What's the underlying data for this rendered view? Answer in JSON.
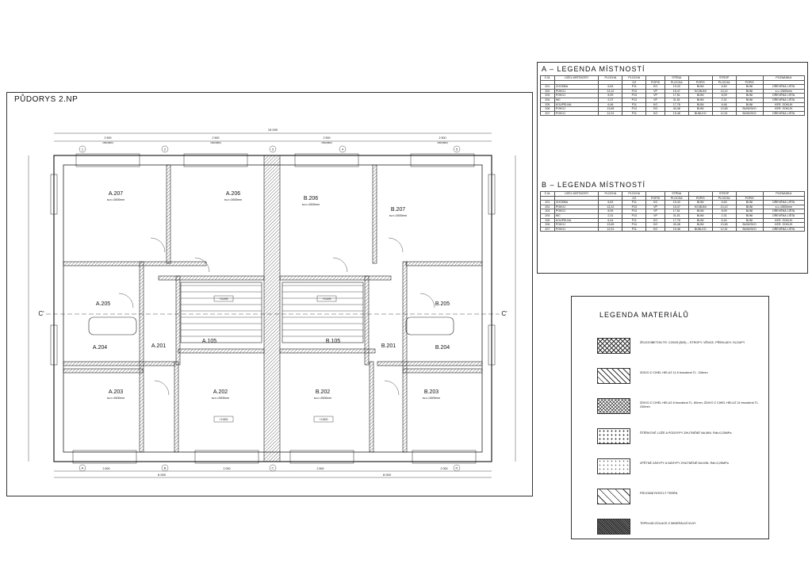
{
  "plan": {
    "title": "PŮDORYS 2.NP",
    "section_mark": "C'",
    "overall_dim": "15 000",
    "bottom_overall_dim": "8 000",
    "rooms": [
      {
        "id": "A.207",
        "sub": "sv.v.=2600mm"
      },
      {
        "id": "A.206",
        "sub": "sv.v.=2600mm"
      },
      {
        "id": "B.206",
        "sub": "sv.v.=2600mm"
      },
      {
        "id": "B.207",
        "sub": "sv.v.=2600mm"
      },
      {
        "id": "A.205",
        "sub": ""
      },
      {
        "id": "B.205",
        "sub": ""
      },
      {
        "id": "A.204",
        "sub": ""
      },
      {
        "id": "A.201",
        "sub": ""
      },
      {
        "id": "A.105",
        "sub": ""
      },
      {
        "id": "B.105",
        "sub": ""
      },
      {
        "id": "B.201",
        "sub": ""
      },
      {
        "id": "B.204",
        "sub": ""
      },
      {
        "id": "A.203",
        "sub": "sv.v.=2600mm"
      },
      {
        "id": "A.202",
        "sub": "sv.v.=2600mm"
      },
      {
        "id": "B.202",
        "sub": "sv.v.=2600mm"
      },
      {
        "id": "B.203",
        "sub": "sv.v.=2600mm"
      }
    ],
    "top_dims": [
      "2 500",
      "2 500",
      "2 500",
      "2 500"
    ],
    "window_tags": [
      "1500(800)",
      "1500(800)",
      "1500(800)",
      "1500(800)"
    ],
    "bottom_dims": [
      "2 600",
      "2 000",
      "2 600",
      "2 000"
    ],
    "level_tags": [
      "+3.495",
      "+3.495",
      "+2.800",
      "+2.800"
    ],
    "grid_marks": [
      "1",
      "2",
      "3",
      "4",
      "5",
      "A",
      "B",
      "C",
      "D"
    ]
  },
  "legend_a": {
    "title": "A – LEGENDA MÍSTNOSTÍ",
    "head1": [
      "Č.M.",
      "ÚČEL MÍSTNOSTI",
      "PLOCHA",
      "PLOCHA",
      "",
      "STĚNA",
      "",
      "STROP",
      "",
      "POZNÁMKA"
    ],
    "head2": [
      "",
      "",
      "",
      "OZ",
      "POPIS",
      "PLOCHA",
      "POPIS",
      "PLOCHA",
      "POPIS",
      ""
    ],
    "rows": [
      [
        "201",
        "CHODBA",
        "6,63",
        "P11",
        "KO",
        "19,43",
        "BUNI",
        "6,63",
        "BUNI",
        "DŘEVĚNÁ LIŠTA"
      ],
      [
        "202",
        "POKOJ",
        "13,12",
        "P13",
        "VP",
        "15,47",
        "KO,BUNI",
        "13,12",
        "BUNI",
        "s.v.=2600mm"
      ],
      [
        "203",
        "POKOJ",
        "8,09",
        "P13",
        "VP",
        "17,51",
        "BUNI",
        "8,09",
        "BUNI",
        "DŘEVĚNÁ LIŠTA"
      ],
      [
        "204",
        "WC",
        "2,37",
        "P13",
        "VP",
        "31,51",
        "BUNI",
        "2,31",
        "BUNI",
        "DŘEVĚNÁ LIŠTA"
      ],
      [
        "205",
        "KOUPELNA",
        "6,46",
        "P11",
        "KO",
        "17,78",
        "BUNI",
        "6,46",
        "BUNI",
        "KER. SOKLÍK"
      ],
      [
        "206",
        "POKOJ",
        "13,65",
        "P14",
        "DO",
        "40,48",
        "BUNI",
        "13,65",
        "BUNI/SKO",
        "KER. SOKLÍK"
      ],
      [
        "207",
        "POKOJ",
        "12,91",
        "P11",
        "KO",
        "19,48",
        "BUNI,KO",
        "12,91",
        "BUNI/SKO",
        "DŘEVĚNÁ LIŠTA"
      ]
    ]
  },
  "legend_b": {
    "title": "B – LEGENDA MÍSTNOSTÍ",
    "head1": [
      "Č.M.",
      "ÚČEL MÍSTNOSTI",
      "PLOCHA",
      "PLOCHA",
      "",
      "STĚNA",
      "",
      "STROP",
      "",
      "POZNÁMKA"
    ],
    "head2": [
      "",
      "",
      "",
      "OZ",
      "POPIS",
      "PLOCHA",
      "POPIS",
      "PLOCHA",
      "POPIS",
      ""
    ],
    "rows": [
      [
        "201",
        "CHODBA",
        "6,63",
        "P11",
        "KO",
        "19,43",
        "BUNI",
        "6,63",
        "BUNI",
        "DŘEVĚNÁ LIŠTA"
      ],
      [
        "202",
        "POKOJ",
        "13,12",
        "P13",
        "VP",
        "15,47",
        "KO,BUNI",
        "13,12",
        "BUNI",
        "s.v.=2600mm"
      ],
      [
        "203",
        "POKOJ",
        "8,09",
        "P13",
        "VP",
        "17,51",
        "BUNI",
        "8,09",
        "BUNI",
        "DŘEVĚNÁ LIŠTA"
      ],
      [
        "204",
        "WC",
        "2,31",
        "P13",
        "VP",
        "31,51",
        "BUNI",
        "2,31",
        "BUNI",
        "DŘEVĚNÁ LIŠTA"
      ],
      [
        "205",
        "KOUPELNA",
        "6,44",
        "P11",
        "KO",
        "17,78",
        "BUNI",
        "6,44",
        "BUNI",
        "KER. SOKLÍK"
      ],
      [
        "206",
        "POKOJ",
        "13,65",
        "P14",
        "DO",
        "40,48",
        "BUNI",
        "13,65",
        "BUNI/SKO",
        "KER. SOKLÍK"
      ],
      [
        "207",
        "POKOJ",
        "12,91",
        "P11",
        "KO",
        "19,48",
        "BUNI,KO",
        "12,91",
        "BUNI/SKO",
        "DŘEVĚNÁ LIŠTA"
      ]
    ]
  },
  "materials": {
    "title": "LEGENDA MATERIÁLŮ",
    "items": [
      {
        "text": "ŽELEZOBETON TR. C20/25 (B25) – STROPY, VĚNCE, PŘEKLADY, SLOUPY",
        "pattern": "crosshatch"
      },
      {
        "text": "ZDIVO Z CIHEL HELUZ 11,5 broušená TL. 115mm",
        "pattern": "diagonal"
      },
      {
        "text": "ZDIVO Z CIHEL HELUZ 8 broušená TL. 80mm; ZDIVO Z CIHEL HELUZ 24 broušená TL. 240mm",
        "pattern": "crosshatch-fine"
      },
      {
        "text": "ŠTĚRKOVÉ LOŽE A PODSYPY ZHUTNĚNÉ NA MIN. Rdt=0,25MPa",
        "pattern": "dots"
      },
      {
        "text": "ZPĚTNÉ ZÁSYPY A NÁSYPY ZHUTNĚNÉ NA MIN. Rdt=0,25MPa",
        "pattern": "dots-sparse"
      },
      {
        "text": "PŮVODNÍ ROSTLÝ TERÉN",
        "pattern": "diagonal-wide"
      },
      {
        "text": "TEPELNÁ IZOLACE Z MINERÁLNÍ VLNY",
        "pattern": "dense"
      }
    ]
  }
}
